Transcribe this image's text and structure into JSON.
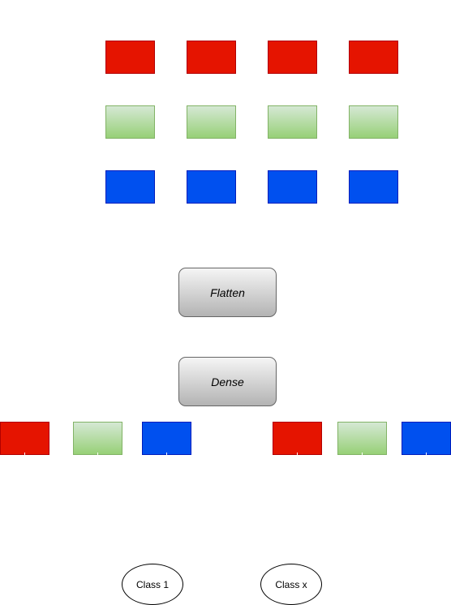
{
  "diagram": {
    "layers": {
      "flatten_label": "Flatten",
      "dense_label": "Dense"
    },
    "outputs": {
      "class_1_label": "Class 1",
      "class_x_label": "Class x"
    },
    "colors": {
      "red_fill": "#e51400",
      "red_stroke": "#b20000",
      "green_fill_top": "#d5e8d4",
      "green_fill_bottom": "#97d077",
      "green_stroke": "#82b366",
      "blue_fill": "#0050ef",
      "blue_stroke": "#001dbc",
      "layer_fill_top": "#f5f5f5",
      "layer_fill_bottom": "#b3b3b3",
      "layer_stroke": "#666666"
    }
  }
}
